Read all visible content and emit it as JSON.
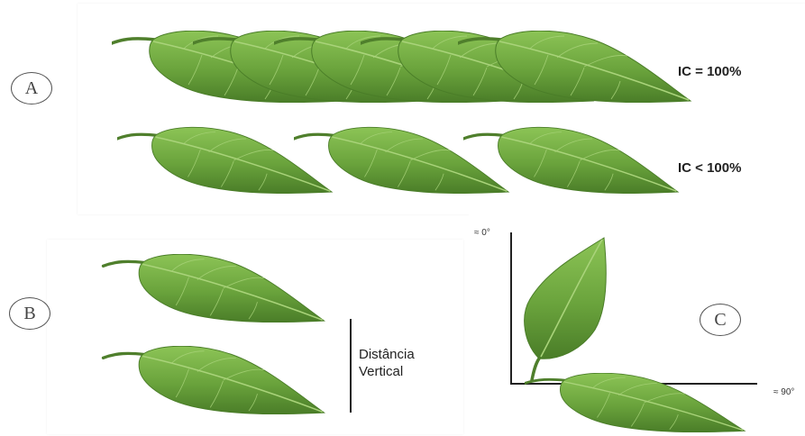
{
  "panels": {
    "a": {
      "badge": "A",
      "row1_label": "IC = 100%",
      "row2_label": "IC < 100%"
    },
    "b": {
      "badge": "B",
      "distance_label_line1": "Distância",
      "distance_label_line2": "Vertical"
    },
    "c": {
      "badge": "C",
      "angle_top": "≈ 0°",
      "angle_right": "≈ 90°"
    }
  },
  "colors": {
    "leaf_fill": "#6aa33c",
    "leaf_light": "#8cc456",
    "leaf_dark": "#4a7d28",
    "vein": "#a9d37a",
    "petiole": "#4f7f2c",
    "badge_border": "#555555"
  },
  "icons": [
    "leaf-icon"
  ]
}
